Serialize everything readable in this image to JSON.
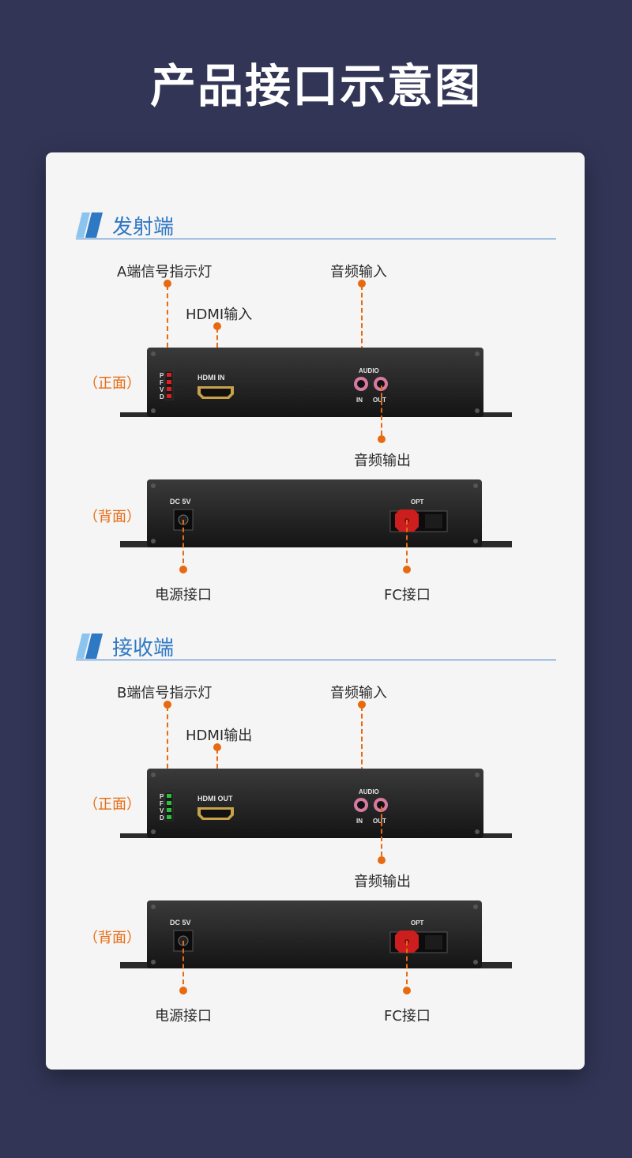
{
  "page": {
    "title": "产品接口示意图"
  },
  "sections": [
    {
      "title": "发射端",
      "indicator_label": "A端信号指示灯",
      "hdmi_label": "HDMI输入",
      "audio_in_label": "音频输入",
      "audio_out_label": "音频输出",
      "front_label": "（正面）",
      "back_label": "（背面）",
      "power_label": "电源接口",
      "fc_label": "FC接口",
      "device": {
        "led_letters": [
          "P",
          "F",
          "V",
          "D"
        ],
        "led_color": "#e02020",
        "hdmi_port_text": "HDMI IN",
        "audio_text": "AUDIO",
        "in_text": "IN",
        "out_text": "OUT",
        "dc_text": "DC 5V",
        "opt_text": "OPT"
      }
    },
    {
      "title": "接收端",
      "indicator_label": "B端信号指示灯",
      "hdmi_label": "HDMI输出",
      "audio_in_label": "音频输入",
      "audio_out_label": "音频输出",
      "front_label": "（正面）",
      "back_label": "（背面）",
      "power_label": "电源接口",
      "fc_label": "FC接口",
      "device": {
        "led_letters": [
          "P",
          "F",
          "V",
          "D"
        ],
        "led_color": "#29c23a",
        "hdmi_port_text": "HDMI OUT",
        "audio_text": "AUDIO",
        "in_text": "IN",
        "out_text": "OUT",
        "dc_text": "DC 5V",
        "opt_text": "OPT"
      }
    }
  ],
  "colors": {
    "background": "#323556",
    "accent_blue": "#2f78c4",
    "accent_orange": "#e86a10"
  }
}
